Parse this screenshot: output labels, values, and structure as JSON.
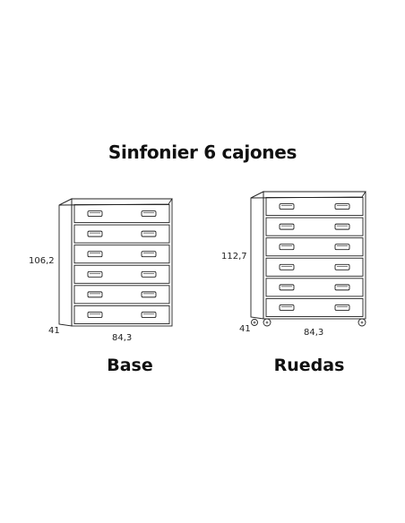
{
  "title": "Sinfonier 6 cajones",
  "models": [
    {
      "name": "Base",
      "height": "106,2",
      "depth": "41",
      "width": "84,3",
      "drawers": 6,
      "wheels": false
    },
    {
      "name": "Ruedas",
      "height": "112,7",
      "depth": "41",
      "width": "84,3",
      "drawers": 6,
      "wheels": true
    }
  ]
}
